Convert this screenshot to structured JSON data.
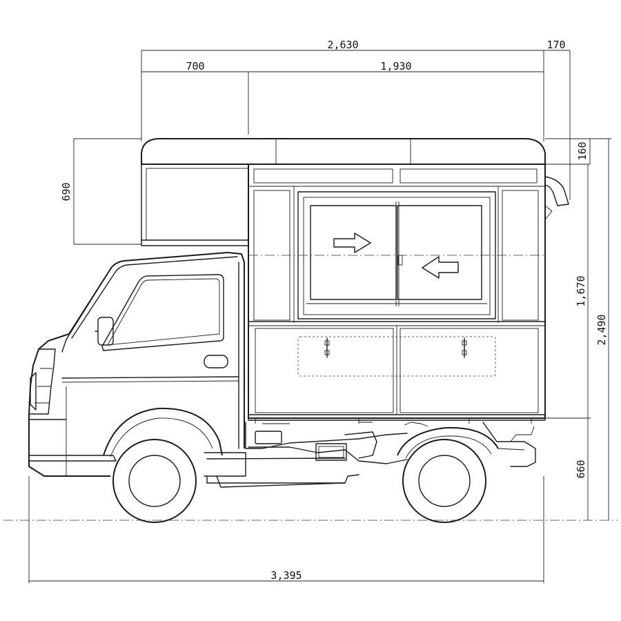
{
  "dimensions": {
    "box_total_length": "2,630",
    "rear_overhang": "170",
    "front_section": "700",
    "rear_section": "1,930",
    "box_front_height": "690",
    "roof_height": "160",
    "box_height": "1,670",
    "overall_height": "2,490",
    "floor_height": "660",
    "overall_length": "3,395"
  },
  "icons": {
    "slide_right": "arrow-right-icon",
    "slide_left": "arrow-left-icon"
  }
}
